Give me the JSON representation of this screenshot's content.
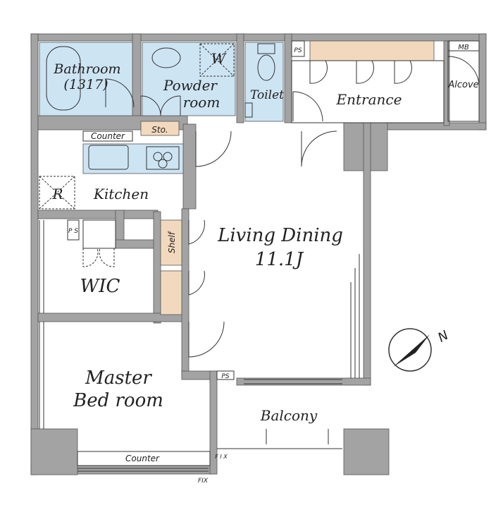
{
  "rooms": {
    "bathroom": "Bathroom",
    "bath_size": "(1317)",
    "powder_1": "Powder",
    "powder_2": "room",
    "toilet": "Toilet",
    "entrance": "Entrance",
    "alcove": "Alcove",
    "kitchen": "Kitchen",
    "living_1": "Living Dining",
    "living_2": "11.1J",
    "wic": "WIC",
    "master_1": "Master",
    "master_2": "Bed room",
    "balcony": "Balcony"
  },
  "fixtures": {
    "washer": "W",
    "fridge": "R",
    "storage": "Sto.",
    "counter_top": "Counter",
    "counter_bottom": "Counter",
    "shelf": "Shelf",
    "ps_entrance": "PS",
    "ps_wic": "P S",
    "ps_living": "PS",
    "mb": "MB",
    "fix_bottom": "FIX",
    "fix_vertical": "F I X"
  },
  "compass": {
    "north": "N"
  },
  "colors": {
    "wall": "#a3a3a3",
    "wet_area": "#cde4f3",
    "storage": "#f2d9bd",
    "line": "#333333"
  }
}
